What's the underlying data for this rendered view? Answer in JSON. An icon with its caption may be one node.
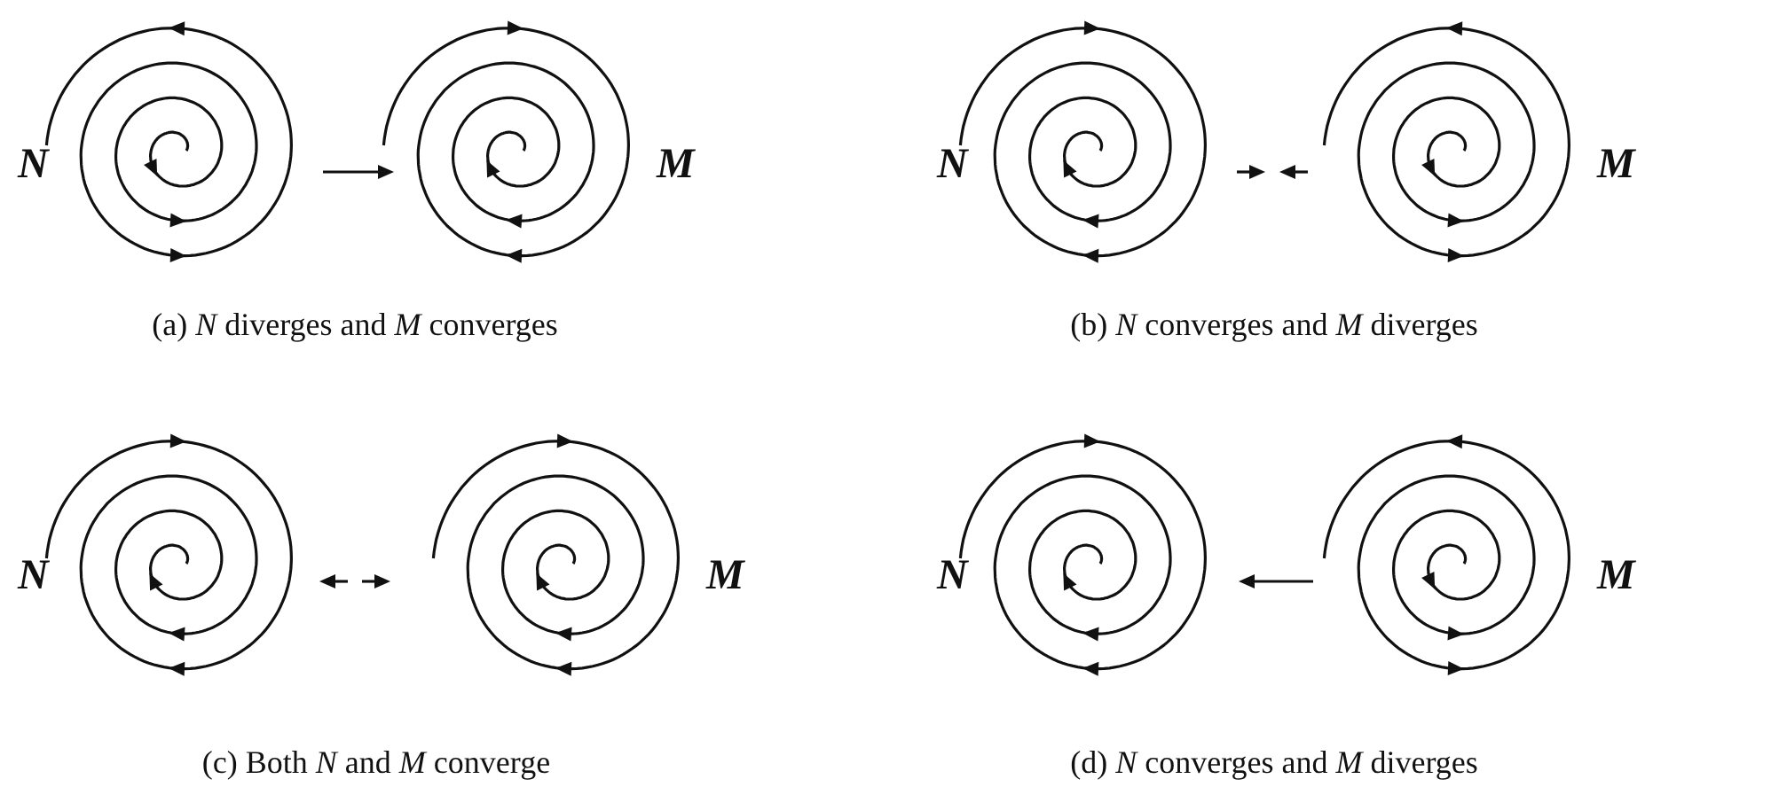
{
  "diagram": {
    "labels": [
      "N",
      "M",
      "N",
      "M",
      "(a) *N* diverges and *M* converges",
      "(b) *N* converges and *M* diverges",
      "N",
      "M",
      "N",
      "M",
      "(c) Both *N* and *M* converge",
      "(d) *N* converges and *M* diverges"
    ]
  }
}
